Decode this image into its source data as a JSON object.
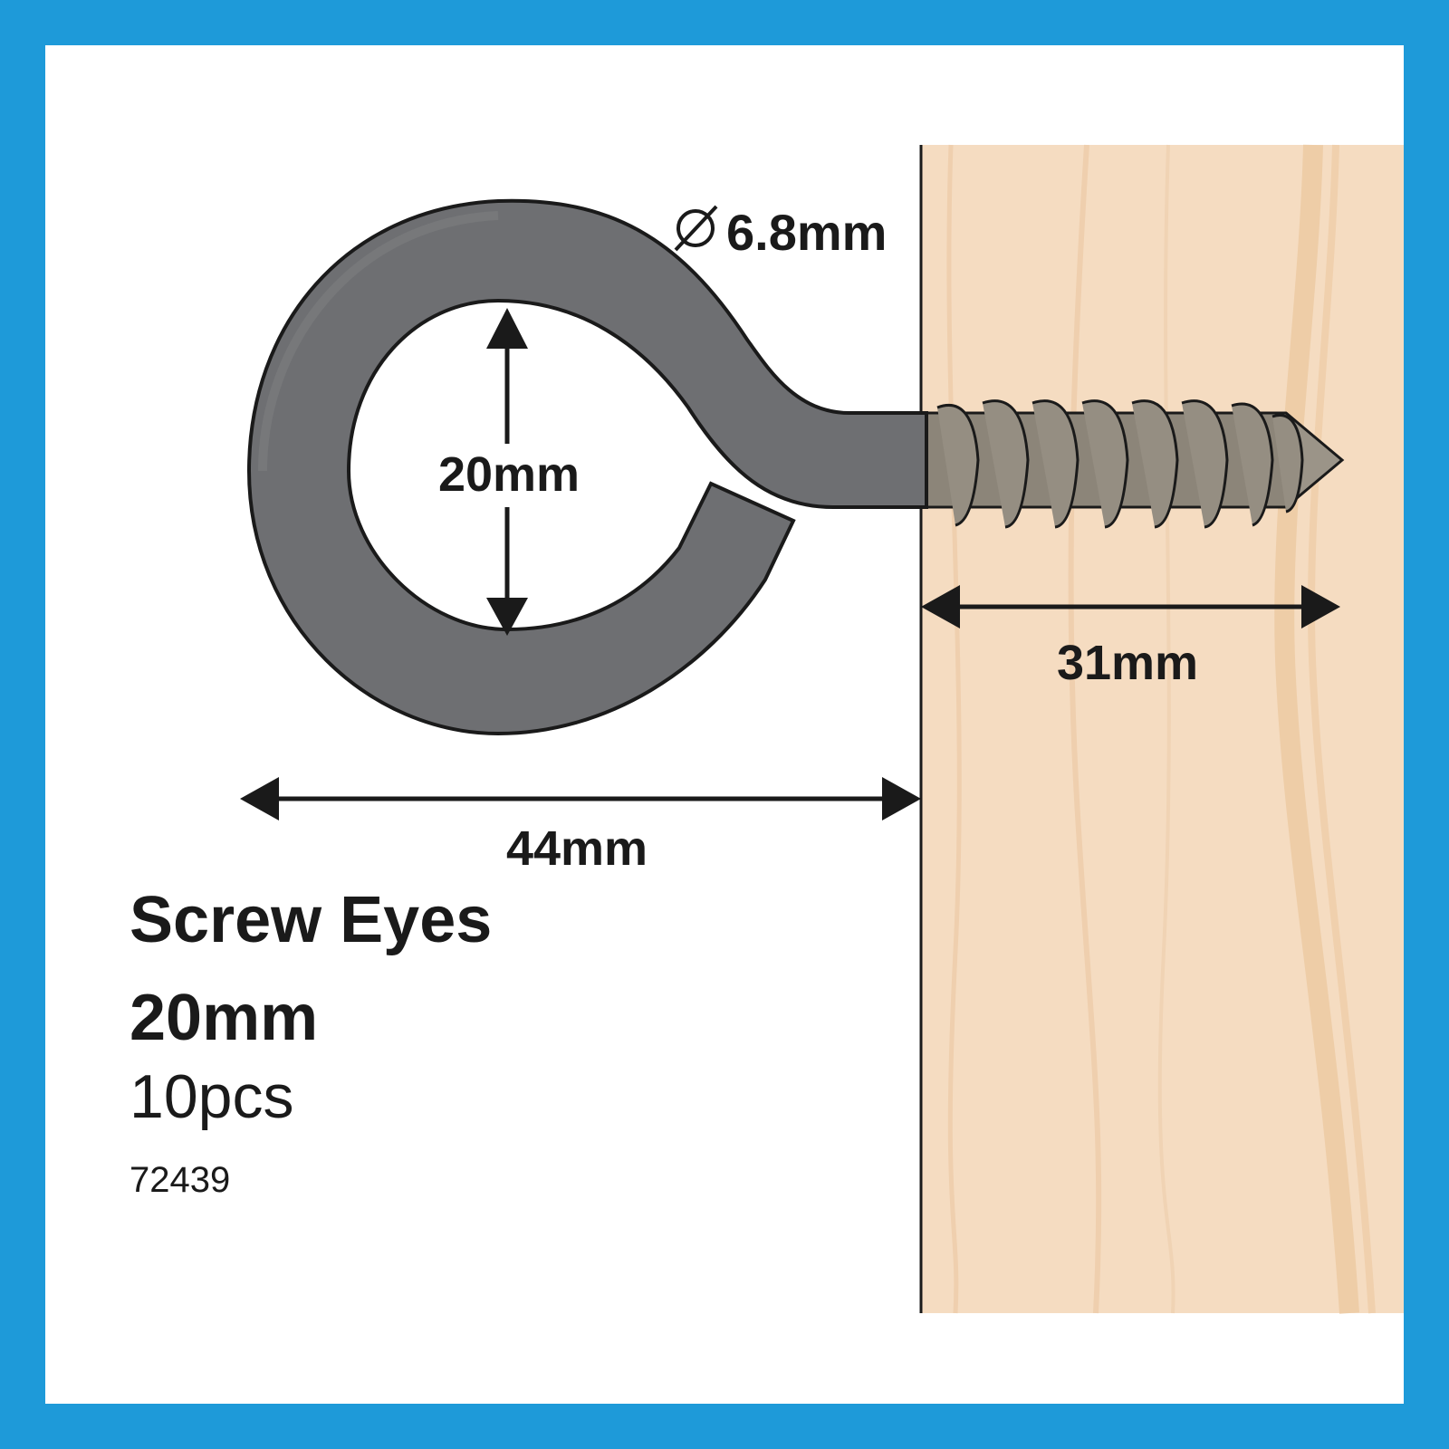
{
  "product": {
    "title": "Screw Eyes",
    "size": "20mm",
    "quantity": "10pcs",
    "code": "72439"
  },
  "dimensions": {
    "wire_diameter": "6.8mm",
    "eye_inner": "20mm",
    "overall_length": "44mm",
    "thread_length": "31mm"
  },
  "colors": {
    "border": "#1e9ad9",
    "background": "#ffffff",
    "wood": "#f5dcc1",
    "wood_grain": "#ecc9a0",
    "metal": "#6e6f72",
    "thread": "#8c8579",
    "ink": "#1a1a1a"
  },
  "icons": {
    "diameter_symbol": "diameter-icon"
  }
}
